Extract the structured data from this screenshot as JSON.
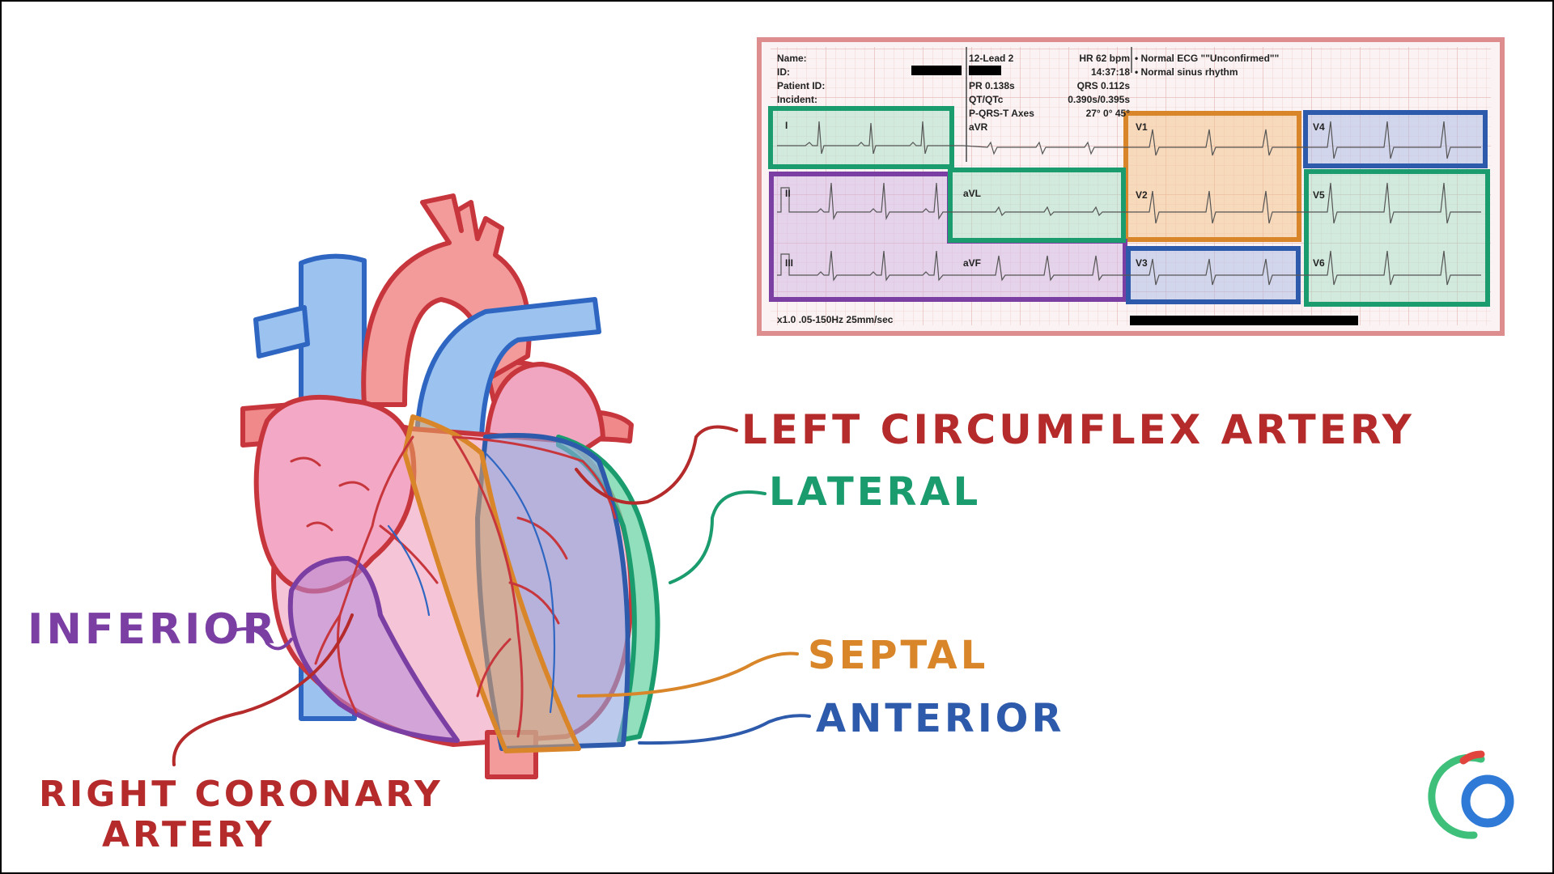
{
  "colors": {
    "left_circumflex": "#b52a2a",
    "right_coronary": "#b52a2a",
    "lateral": "#1b9c6e",
    "septal": "#d9862a",
    "anterior": "#2e5aac",
    "inferior": "#7b3fa3",
    "ecg_frame": "#dd8d8d",
    "ecg_paper": "#fbf3f3"
  },
  "labels": {
    "left_circumflex": "LEFT CIRCUMFLEX ARTERY",
    "lateral": "LATERAL",
    "septal": "SEPTAL",
    "anterior": "ANTERIOR",
    "inferior": "INFERIOR",
    "right_coronary_line1": "RIGHT CORONARY",
    "right_coronary_line2": "ARTERY"
  },
  "ecg": {
    "header_left": [
      "Name:",
      "ID:",
      "Patient ID:",
      "Incident:"
    ],
    "header_mid": [
      "12-Lead 2",
      "",
      "PR 0.138s",
      "QT/QTc",
      "P-QRS-T Axes",
      "aVR"
    ],
    "header_right": [
      "HR 62 bpm",
      "14:37:18",
      "QRS 0.112s",
      "0.390s/0.395s",
      "27° 0° 45°"
    ],
    "interpretation": [
      "• Normal ECG \"\"Unconfirmed\"\"",
      "• Normal sinus rhythm"
    ],
    "footer": "x1.0 .05-150Hz 25mm/sec",
    "leads": {
      "I": "I",
      "II": "II",
      "III": "III",
      "aVL": "aVL",
      "aVF": "aVF",
      "V1": "V1",
      "V2": "V2",
      "V3": "V3",
      "V4": "V4",
      "V5": "V5",
      "V6": "V6"
    },
    "lead_groups": [
      {
        "name": "lateral",
        "leads": [
          "I",
          "aVL",
          "V5",
          "V6"
        ]
      },
      {
        "name": "inferior",
        "leads": [
          "II",
          "III",
          "aVF"
        ]
      },
      {
        "name": "septal",
        "leads": [
          "V1",
          "V2"
        ]
      },
      {
        "name": "anterior",
        "leads": [
          "V3",
          "V4"
        ]
      }
    ]
  },
  "logo_icon": "osmosis-ring-icon"
}
